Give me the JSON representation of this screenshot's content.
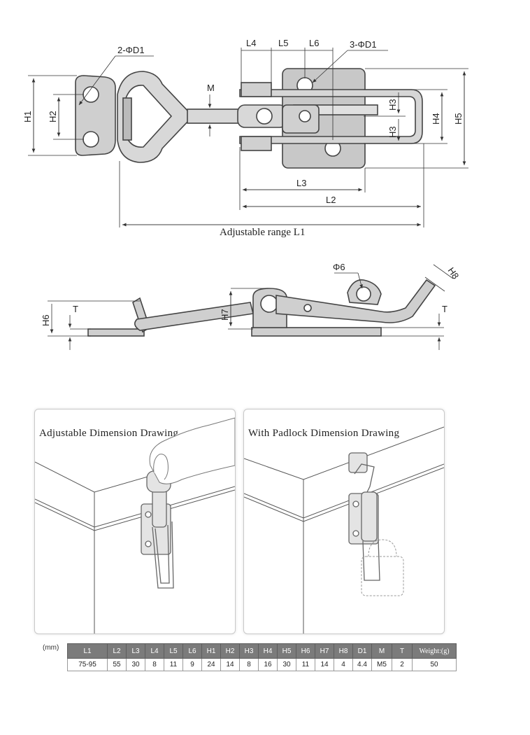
{
  "dimensions": {
    "d1_holes": "2-ΦD1",
    "d1_holes_3": "3-ΦD1",
    "L1": "Adjustable range L1",
    "L2": "L2",
    "L3": "L3",
    "L4": "L4",
    "L5": "L5",
    "L6": "L6",
    "H1": "H1",
    "H2": "H2",
    "H3a": "H3",
    "H3b": "H3",
    "H4": "H4",
    "H5": "H5",
    "H6": "H6",
    "H7": "H7",
    "H8": "H8",
    "M": "M",
    "phi6": "Φ6",
    "T1": "T",
    "T2": "T"
  },
  "panels": {
    "left_title": "Adjustable Dimension Drawing",
    "right_title": "With Padlock Dimension Drawing"
  },
  "table": {
    "unit": "(mm)",
    "headers": [
      "L1",
      "L2",
      "L3",
      "L4",
      "L5",
      "L6",
      "H1",
      "H2",
      "H3",
      "H4",
      "H5",
      "H6",
      "H7",
      "H8",
      "D1",
      "M",
      "T",
      "Weight:(g)"
    ],
    "values": [
      "75-95",
      "55",
      "30",
      "8",
      "11",
      "9",
      "24",
      "14",
      "8",
      "16",
      "30",
      "11",
      "14",
      "4",
      "4.4",
      "M5",
      "2",
      "50"
    ]
  }
}
